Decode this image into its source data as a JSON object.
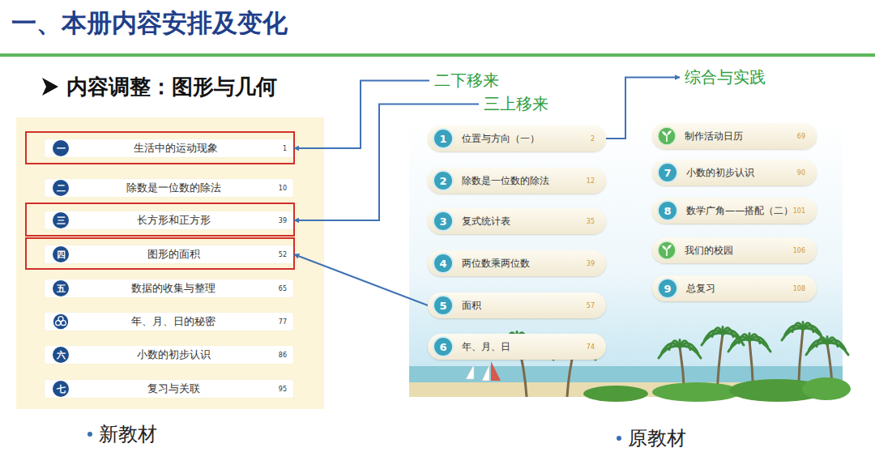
{
  "diagram": {
    "title": "一、本册内容安排及变化",
    "nodes": [
      {
        "text": [
          "一",
          "生活中的运动现象",
          "1"
        ]
      },
      {
        "text": [
          "二",
          "除数是一位数的除法",
          "10"
        ]
      },
      {
        "text": [
          "三",
          "长方形和正方形",
          "39"
        ]
      },
      {
        "text": [
          "四",
          "图形的面积",
          "52"
        ]
      },
      {
        "text": [
          "五",
          "数据的收集与整理",
          "65"
        ]
      },
      {
        "text": [
          "年、月、日的秘密",
          "77"
        ]
      },
      {
        "text": [
          "六",
          "小数的初步认识",
          "86"
        ]
      },
      {
        "text": [
          "七",
          "复习与关联",
          "95"
        ]
      },
      {
        "text": [
          "1",
          "位置与方向（一）",
          "2"
        ]
      },
      {
        "text": [
          "2",
          "除数是一位数的除法",
          "12"
        ]
      },
      {
        "text": [
          "3",
          "复式统计表",
          "35"
        ]
      },
      {
        "text": [
          "4",
          "两位数乘两位数",
          "39"
        ]
      },
      {
        "text": [
          "5",
          "面积",
          "57"
        ]
      },
      {
        "text": [
          "6",
          "年、月、日",
          "74"
        ]
      },
      {
        "text": [
          "制作活动日历",
          "69"
        ]
      },
      {
        "text": [
          "7",
          "小数的初步认识",
          "90"
        ]
      },
      {
        "text": [
          "8",
          "数学广角——搭配（二）",
          "101"
        ]
      },
      {
        "text": [
          "我们的校园",
          "106"
        ]
      },
      {
        "text": [
          "9",
          "总复习",
          "108"
        ]
      },
      {
        "text": [
          "二下移来"
        ]
      },
      {
        "text": [
          "三上移来"
        ]
      },
      {
        "text": [
          "综合与实践"
        ]
      }
    ],
    "edges": [
      {
        "from": 19,
        "to": 0,
        "arrow": "to"
      },
      {
        "from": 20,
        "to": 2,
        "arrow": "to"
      },
      {
        "from": 12,
        "to": 3,
        "arrow": "to"
      },
      {
        "from": 8,
        "to": 21,
        "arrow": "to"
      }
    ],
    "labels": [
      "内容调整：图形与几何",
      "新教材",
      "原教材"
    ]
  }
}
